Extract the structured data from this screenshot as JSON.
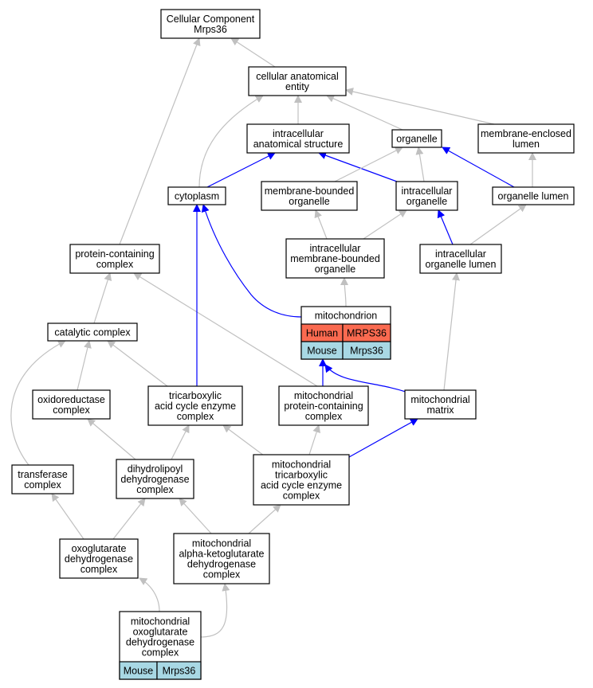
{
  "colors": {
    "gray_edge": "#c0c0c0",
    "blue_edge": "#0000ff",
    "human": "#fa6a50",
    "mouse": "#a8d8e4"
  },
  "nodes": [
    {
      "id": "cc",
      "lines": [
        "Cellular Component",
        "Mrps36"
      ]
    },
    {
      "id": "cae",
      "lines": [
        "cellular anatomical",
        "entity"
      ]
    },
    {
      "id": "ias",
      "lines": [
        "intracellular",
        "anatomical structure"
      ]
    },
    {
      "id": "org",
      "lines": [
        "organelle"
      ]
    },
    {
      "id": "mel",
      "lines": [
        "membrane-enclosed",
        "lumen"
      ]
    },
    {
      "id": "cyt",
      "lines": [
        "cytoplasm"
      ]
    },
    {
      "id": "mbo",
      "lines": [
        "membrane-bounded",
        "organelle"
      ]
    },
    {
      "id": "io",
      "lines": [
        "intracellular",
        "organelle"
      ]
    },
    {
      "id": "ol",
      "lines": [
        "organelle lumen"
      ]
    },
    {
      "id": "pcc",
      "lines": [
        "protein-containing",
        "complex"
      ]
    },
    {
      "id": "imbo",
      "lines": [
        "intracellular",
        "membrane-bounded",
        "organelle"
      ]
    },
    {
      "id": "iol",
      "lines": [
        "intracellular",
        "organelle lumen"
      ]
    },
    {
      "id": "mito",
      "lines": [
        "mitochondrion"
      ],
      "genes": [
        {
          "species": "Human",
          "symbol": "MRPS36"
        },
        {
          "species": "Mouse",
          "symbol": "Mrps36"
        }
      ]
    },
    {
      "id": "cat",
      "lines": [
        "catalytic complex"
      ]
    },
    {
      "id": "oxr",
      "lines": [
        "oxidoreductase",
        "complex"
      ]
    },
    {
      "id": "tca",
      "lines": [
        "tricarboxylic",
        "acid cycle enzyme",
        "complex"
      ]
    },
    {
      "id": "mpcc",
      "lines": [
        "mitochondrial",
        "protein-containing",
        "complex"
      ]
    },
    {
      "id": "mm",
      "lines": [
        "mitochondrial",
        "matrix"
      ]
    },
    {
      "id": "tr",
      "lines": [
        "transferase",
        "complex"
      ]
    },
    {
      "id": "dld",
      "lines": [
        "dihydrolipoyl",
        "dehydrogenase",
        "complex"
      ]
    },
    {
      "id": "mtca",
      "lines": [
        "mitochondrial",
        "tricarboxylic",
        "acid cycle enzyme",
        "complex"
      ]
    },
    {
      "id": "ogd",
      "lines": [
        "oxoglutarate",
        "dehydrogenase",
        "complex"
      ]
    },
    {
      "id": "makg",
      "lines": [
        "mitochondrial",
        "alpha-ketoglutarate",
        "dehydrogenase",
        "complex"
      ]
    },
    {
      "id": "mogd",
      "lines": [
        "mitochondrial",
        "oxoglutarate",
        "dehydrogenase",
        "complex"
      ],
      "genes": [
        {
          "species": "Mouse",
          "symbol": "Mrps36"
        }
      ]
    }
  ],
  "edges": [
    {
      "from": "cae",
      "to": "cc",
      "color": "gray"
    },
    {
      "from": "pcc",
      "to": "cc",
      "color": "gray"
    },
    {
      "from": "ias",
      "to": "cae",
      "color": "gray"
    },
    {
      "from": "org",
      "to": "cae",
      "color": "gray"
    },
    {
      "from": "mel",
      "to": "cae",
      "color": "gray"
    },
    {
      "from": "cyt",
      "to": "cae",
      "color": "gray"
    },
    {
      "from": "cyt",
      "to": "ias",
      "color": "blue"
    },
    {
      "from": "io",
      "to": "ias",
      "color": "blue"
    },
    {
      "from": "mbo",
      "to": "org",
      "color": "gray"
    },
    {
      "from": "io",
      "to": "org",
      "color": "gray"
    },
    {
      "from": "ol",
      "to": "org",
      "color": "blue"
    },
    {
      "from": "ol",
      "to": "mel",
      "color": "gray"
    },
    {
      "from": "imbo",
      "to": "mbo",
      "color": "gray"
    },
    {
      "from": "imbo",
      "to": "io",
      "color": "gray"
    },
    {
      "from": "iol",
      "to": "io",
      "color": "blue"
    },
    {
      "from": "iol",
      "to": "ol",
      "color": "gray"
    },
    {
      "from": "mito",
      "to": "imbo",
      "color": "gray"
    },
    {
      "from": "mito",
      "to": "cyt",
      "color": "blue"
    },
    {
      "from": "mm",
      "to": "iol",
      "color": "gray"
    },
    {
      "from": "cat",
      "to": "pcc",
      "color": "gray"
    },
    {
      "from": "mpcc",
      "to": "pcc",
      "color": "gray"
    },
    {
      "from": "mpcc",
      "to": "mito",
      "color": "blue"
    },
    {
      "from": "mm",
      "to": "mito",
      "color": "blue"
    },
    {
      "from": "tca",
      "to": "cyt",
      "color": "blue"
    },
    {
      "from": "oxr",
      "to": "cat",
      "color": "gray"
    },
    {
      "from": "tca",
      "to": "cat",
      "color": "gray"
    },
    {
      "from": "tr",
      "to": "cat",
      "color": "gray"
    },
    {
      "from": "dld",
      "to": "oxr",
      "color": "gray"
    },
    {
      "from": "dld",
      "to": "tca",
      "color": "gray"
    },
    {
      "from": "mtca",
      "to": "tca",
      "color": "gray"
    },
    {
      "from": "mtca",
      "to": "mpcc",
      "color": "gray"
    },
    {
      "from": "mtca",
      "to": "mm",
      "color": "blue"
    },
    {
      "from": "ogd",
      "to": "tr",
      "color": "gray"
    },
    {
      "from": "ogd",
      "to": "dld",
      "color": "gray"
    },
    {
      "from": "makg",
      "to": "dld",
      "color": "gray"
    },
    {
      "from": "makg",
      "to": "mtca",
      "color": "gray"
    },
    {
      "from": "mogd",
      "to": "ogd",
      "color": "gray"
    },
    {
      "from": "mogd",
      "to": "makg",
      "color": "gray"
    }
  ]
}
